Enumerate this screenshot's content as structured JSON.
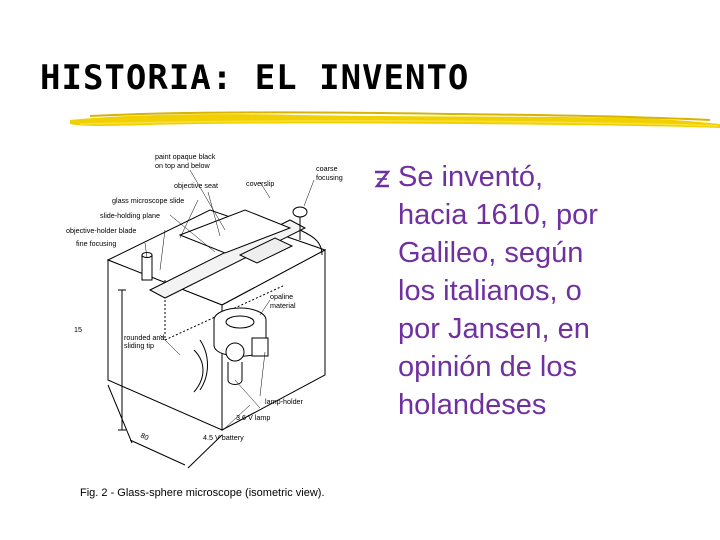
{
  "slide": {
    "title": "HISTORIA: EL INVENTO",
    "accent_color": "#f2d000",
    "text_color": "#7030a0",
    "bullet": {
      "icon": "z-bullet-icon",
      "text": "Se inventó,\nhacia 1610, por\nGalileo, según\nlos italianos, o\npor Jansen, en\nopinión de los\nholandeses"
    }
  },
  "figure": {
    "caption": "Fig. 2 - Glass-sphere microscope (isometric view).",
    "labels": {
      "paint": [
        "paint opaque black",
        "on top and below"
      ],
      "coarse": [
        "coarse",
        "focusing"
      ],
      "objective_seat": "objective seat",
      "coverslip": "coverslip",
      "glass_slide": "glass microscope slide",
      "slide_plane": "slide-holding plane",
      "objective_blade": "objective-holder blade",
      "fine": "fine focusing",
      "opaline": [
        "opaline",
        "material"
      ],
      "dim15": "15",
      "rounded": [
        "rounded and",
        "sliding tip"
      ],
      "lamp_holder": "lamp-holder",
      "lamp": "3.6 V lamp",
      "battery": "4.5 V battery",
      "dim80": "80"
    }
  }
}
